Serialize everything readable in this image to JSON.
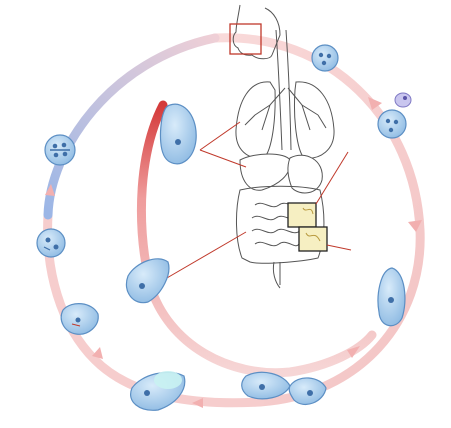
{
  "diagram": {
    "title": "",
    "colors": {
      "cycle_ring": "#f6c9c9",
      "cycle_arrow": "#f2b0b0",
      "transition_arc": "#a9c2ea",
      "invasive_arc": "#d9534f",
      "cell_fill": "#9ec7ea",
      "cell_outline": "#5c8fc4",
      "nucleus": "#3f6fa8",
      "highlight_box": "#c0392b",
      "organ_line": "#555555"
    },
    "stages": [
      {
        "name": "cyst-top-right",
        "icon": "cyst-cell-icon"
      },
      {
        "name": "excysting-cyst",
        "icon": "excysting-cyst-icon"
      },
      {
        "name": "trophozoite-right",
        "icon": "trophozoite-icon"
      },
      {
        "name": "dividing-trophozoites",
        "icon": "binary-fission-icon"
      },
      {
        "name": "trophozoite-bottom-left",
        "icon": "trophozoite-icon"
      },
      {
        "name": "precyst-left",
        "icon": "precyst-icon"
      },
      {
        "name": "immature-cyst",
        "icon": "immature-cyst-icon"
      },
      {
        "name": "mature-cyst",
        "icon": "mature-cyst-icon"
      },
      {
        "name": "invasive-trophozoite",
        "icon": "invasive-trophozoite-icon"
      },
      {
        "name": "invasive-trophozoite-inner",
        "icon": "invasive-trophozoite-icon"
      }
    ],
    "organs": [
      "esophagus-icon",
      "lungs-icon",
      "liver-icon",
      "stomach-icon",
      "large-intestine-icon",
      "small-intestine-icon"
    ],
    "highlight_boxes": [
      "mouth-highlight-box",
      "colon-highlight-box-upper",
      "colon-highlight-box-lower"
    ]
  }
}
